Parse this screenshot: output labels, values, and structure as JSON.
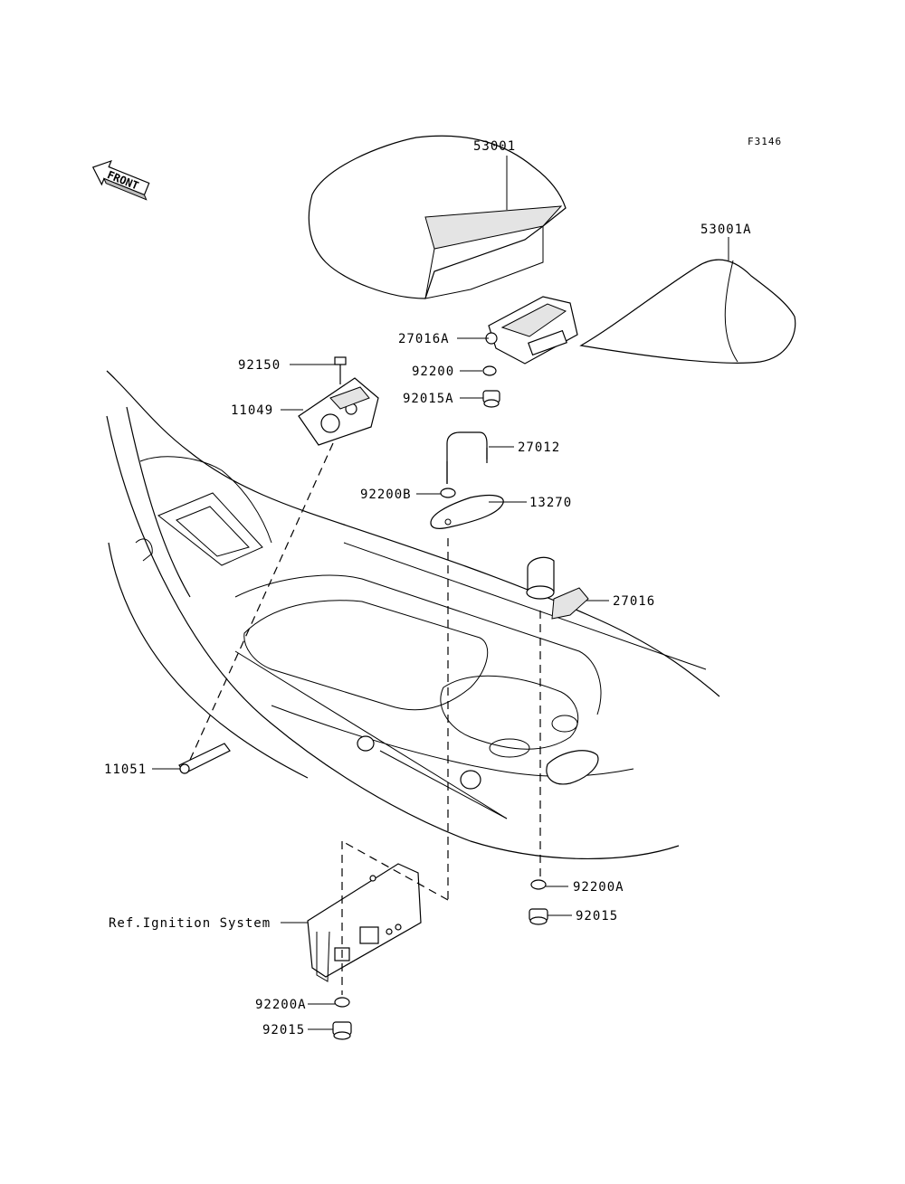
{
  "figure_id": "F3146",
  "front_indicator": "FRONT",
  "parts": {
    "p53001": "53001",
    "p53001A": "53001A",
    "p27016A": "27016A",
    "p92150": "92150",
    "p92200": "92200",
    "p11049": "11049",
    "p92015A": "92015A",
    "p27012": "27012",
    "p92200B": "92200B",
    "p13270": "13270",
    "p27016": "27016",
    "p11051": "11051",
    "p92200A_right": "92200A",
    "p92015_right": "92015",
    "ref_ignition": "Ref.Ignition System",
    "p92200A_left": "92200A",
    "p92015_left": "92015"
  }
}
